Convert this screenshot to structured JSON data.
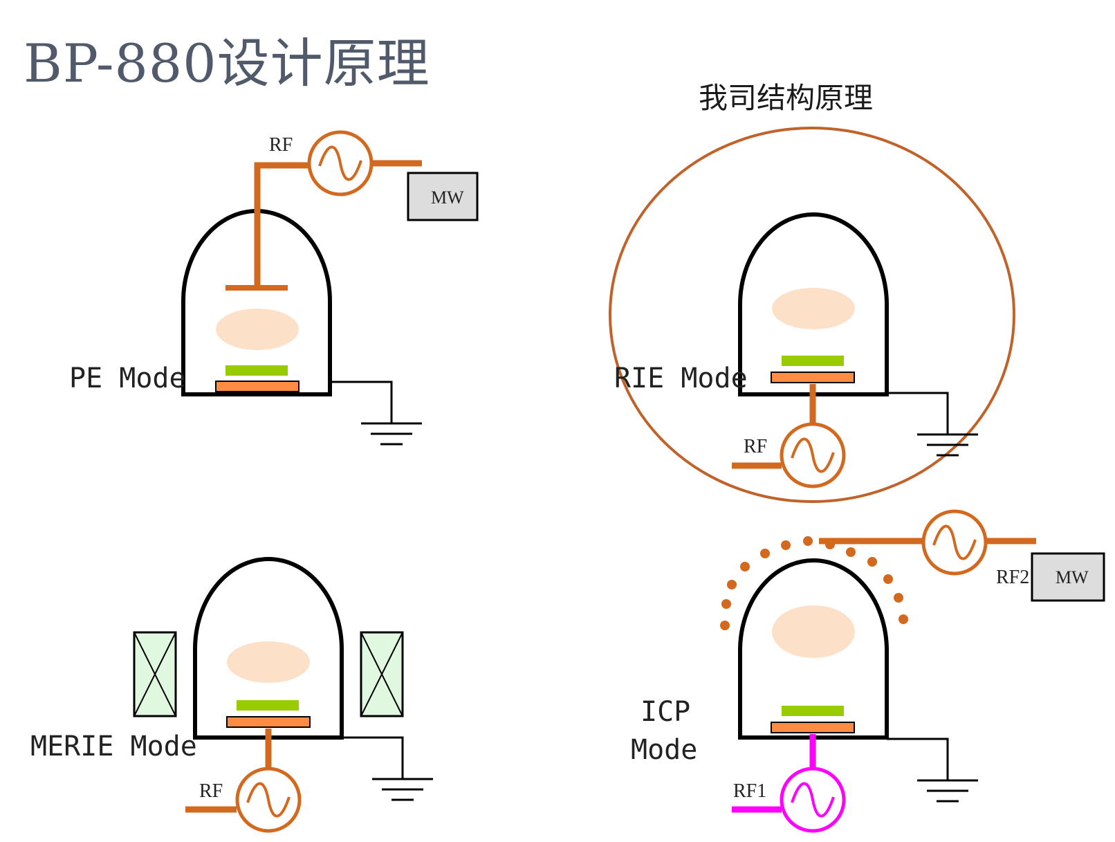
{
  "title": "BP-880设计原理",
  "subtitle": "我司结构原理",
  "colors": {
    "chamber": "#000000",
    "rf_line": "#d2691e",
    "rf1_line": "#ff00ff",
    "plasma": "#fde0c8",
    "wafer": "#99cc00",
    "electrode": "#ff8c42",
    "highlight_ring": "#c0622a",
    "mw_box": "#dddddd",
    "magnet_box": "#e0f8e0",
    "title": "#505a6a"
  },
  "panels": {
    "pe": {
      "mode_label": "PE Mode",
      "rf_label": "RF",
      "mw_label": "MW"
    },
    "rie": {
      "mode_label": "RIE Mode",
      "rf_label": "RF"
    },
    "merie": {
      "mode_label": "MERIE Mode",
      "rf_label": "RF"
    },
    "icp": {
      "mode_label_line1": "ICP",
      "mode_label_line2": "Mode",
      "rf1_label": "RF1",
      "rf2_label": "RF2",
      "mw_label": "MW"
    }
  }
}
